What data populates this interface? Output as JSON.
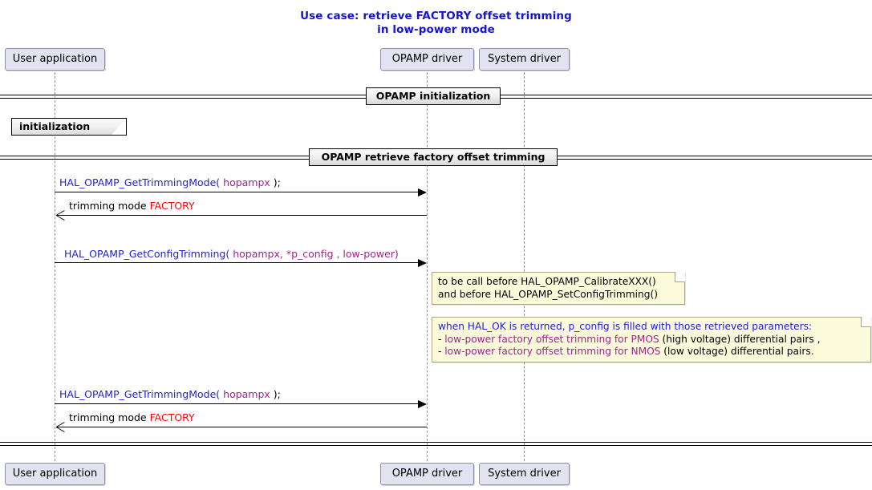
{
  "title": {
    "line1": "Use case: retrieve FACTORY offset trimming",
    "line2": "in low-power mode",
    "color": "#1414D2"
  },
  "participants": {
    "top": [
      {
        "label": "User application"
      },
      {
        "label": "OPAMP driver"
      },
      {
        "label": "System driver"
      }
    ],
    "bottom": [
      {
        "label": "User application"
      },
      {
        "label": "OPAMP driver"
      },
      {
        "label": "System driver"
      }
    ]
  },
  "dividers": [
    {
      "label": "OPAMP initialization"
    },
    {
      "label": "OPAMP retrieve factory offset trimming"
    }
  ],
  "ref_labels": [
    {
      "label": "initialization"
    }
  ],
  "messages": [
    {
      "direction": "right",
      "parts": [
        {
          "text": "HAL_OPAMP_GetTrimmingMode(",
          "color": "blue"
        },
        {
          "text": " hopampx ",
          "color": "magenta"
        },
        {
          "text": ");",
          "color": "black"
        }
      ]
    },
    {
      "direction": "left",
      "parts": [
        {
          "text": "trimming mode ",
          "color": "black"
        },
        {
          "text": "FACTORY",
          "color": "red"
        }
      ]
    },
    {
      "direction": "right",
      "parts": [
        {
          "text": "HAL_OPAMP_GetConfigTrimming(",
          "color": "blue"
        },
        {
          "text": " hopampx, *p_config , low-power)",
          "color": "magenta"
        }
      ]
    },
    {
      "direction": "right",
      "parts": [
        {
          "text": "HAL_OPAMP_GetTrimmingMode(",
          "color": "blue"
        },
        {
          "text": " hopampx ",
          "color": "magenta"
        },
        {
          "text": ");",
          "color": "black"
        }
      ]
    },
    {
      "direction": "left",
      "parts": [
        {
          "text": "trimming mode ",
          "color": "black"
        },
        {
          "text": "FACTORY",
          "color": "red"
        }
      ]
    }
  ],
  "notes": [
    {
      "id": "note-calibrate-order",
      "lines": [
        [
          {
            "text": "to be call before HAL_OPAMP_CalibrateXXX()",
            "color": "black"
          }
        ],
        [
          {
            "text": "and before HAL_OPAMP_SetConfigTrimming()",
            "color": "black"
          }
        ]
      ]
    },
    {
      "id": "note-hal-ok-parameters",
      "lines": [
        [
          {
            "text": "when HAL_OK is returned, p_config is filled with those retrieved parameters:",
            "color": "blue"
          }
        ],
        [
          {
            "text": "- ",
            "color": "black"
          },
          {
            "text": "low-power factory offset trimming for PMOS",
            "color": "magenta"
          },
          {
            "text": " (high voltage) differential pairs ,",
            "color": "black"
          }
        ],
        [
          {
            "text": "- ",
            "color": "black"
          },
          {
            "text": "low-power factory offset trimming for NMOS",
            "color": "magenta"
          },
          {
            "text": " (low voltage) differential pairs.",
            "color": "black"
          }
        ]
      ]
    }
  ],
  "colors": {
    "title": "#1414D2",
    "participant_fill": "#E2E2F0",
    "participant_border": "#8F8FA6",
    "note_fill": "#FBFBDC",
    "note_border": "#A9A97A",
    "keyword_blue": "#2222CC",
    "param_magenta": "#A0248C",
    "value_red": "#FF0000",
    "lifeline": "#8F8F9A"
  }
}
